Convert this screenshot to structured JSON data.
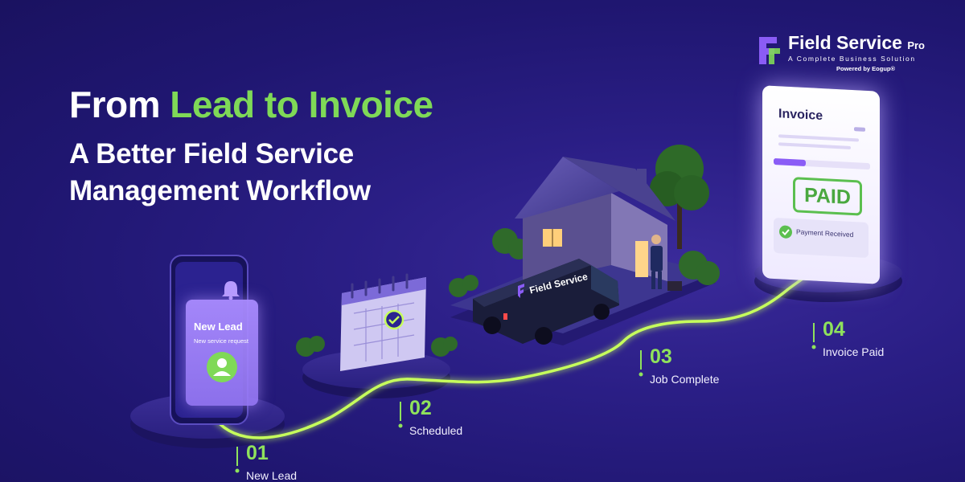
{
  "brand": {
    "name": "Field Service",
    "suffix": "Pro",
    "tagline": "A Complete Business Solution",
    "powered_by": "Powered by Eogup®",
    "colors": {
      "accent_green": "#7fd957",
      "logo_purple": "#8a5cf6",
      "background": "#2a1e85"
    }
  },
  "headline": {
    "part1": "From ",
    "highlight": "Lead to Invoice",
    "subline1": "A Better Field Service",
    "subline2": "Management Workflow"
  },
  "cards": {
    "lead_title": "New Lead",
    "lead_subtitle": "New service request",
    "van_text": "Field Service",
    "invoice_title": "Invoice",
    "invoice_stamp": "PAID",
    "invoice_status": "Payment Received"
  },
  "steps": [
    {
      "number": "01",
      "label": "New Lead"
    },
    {
      "number": "02",
      "label": "Scheduled"
    },
    {
      "number": "03",
      "label": "Job Complete"
    },
    {
      "number": "04",
      "label": "Invoice Paid"
    }
  ],
  "icons": [
    "bell-icon",
    "user-icon",
    "calendar-icon",
    "check-icon",
    "house-icon",
    "van-icon",
    "technician-icon",
    "tree-icon",
    "invoice-icon",
    "logo-icon"
  ]
}
